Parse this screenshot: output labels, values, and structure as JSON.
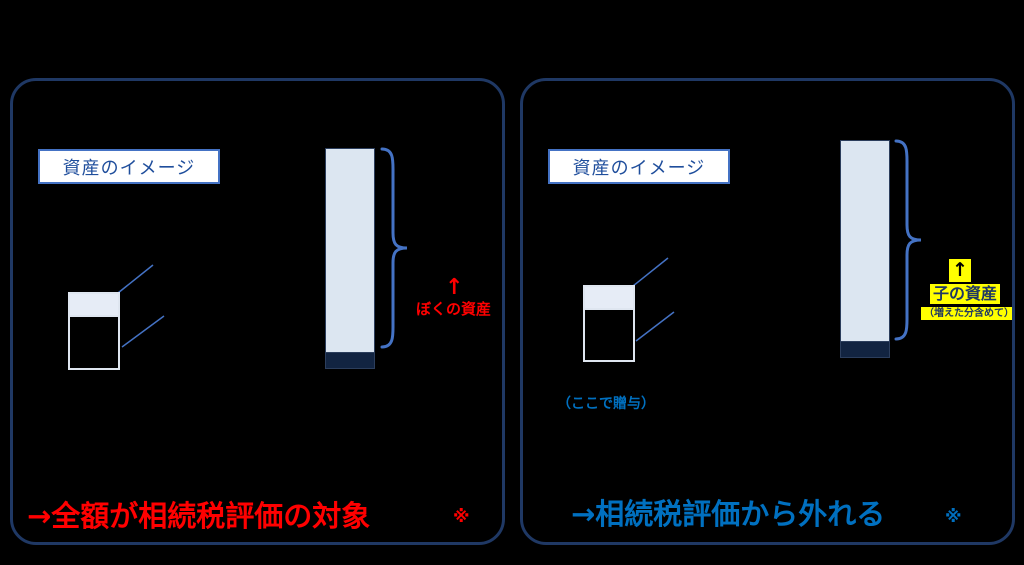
{
  "colors": {
    "background": "#000000",
    "panel-border": "#1f3864",
    "label-border": "#4472c4",
    "label-text": "#1f4e9c",
    "bar-fill": "#dce6f1",
    "bar-outline": "#2c3e5c",
    "bar-dark": "#122441",
    "small-bar-outline": "#dfe6f0",
    "small-bar-top": "#e6ecf6",
    "red": "#ff0000",
    "blue": "#0070c0",
    "brace": "#4472c4",
    "callout-line": "#4472c4",
    "yellow": "#ffff00",
    "navy-text": "#1f3864"
  },
  "left_panel": {
    "label": "資産のイメージ",
    "arrow": "↑",
    "annotation": "ぼくの資産",
    "conclusion": "→全額が相続税評価の対象",
    "note": "※"
  },
  "right_panel": {
    "label": "資産のイメージ",
    "arrow": "↑",
    "annotation": "子の資産",
    "annotation_sub": "（増えた分含めて）",
    "gift_note": "（ここで贈与）",
    "conclusion": "→相続税評価から外れる",
    "note": "※"
  }
}
